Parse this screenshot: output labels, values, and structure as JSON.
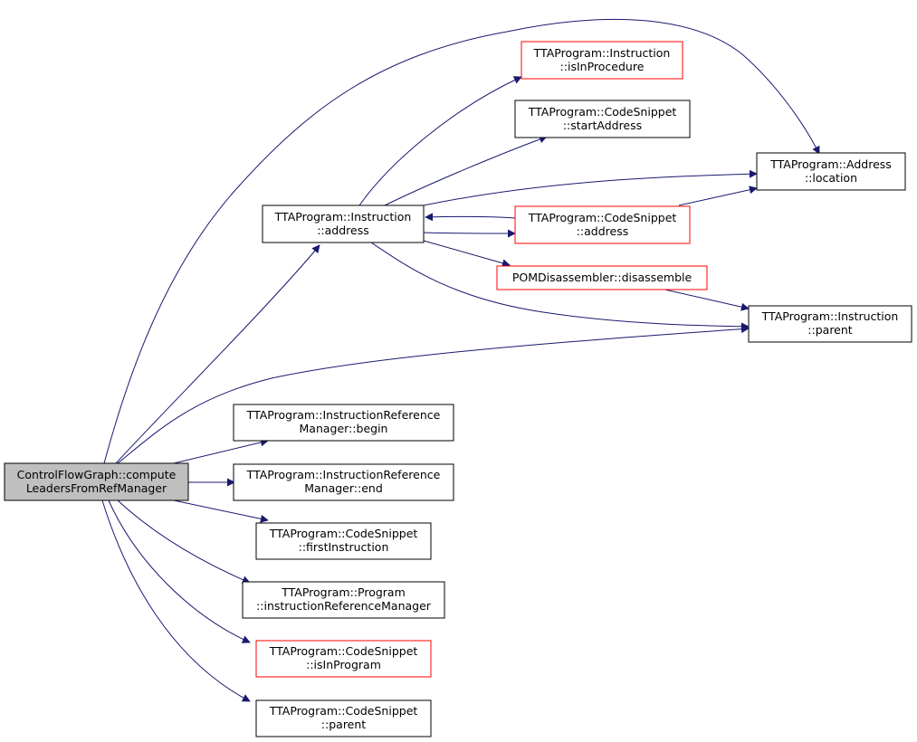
{
  "colors": {
    "edge": "#191970",
    "highlight_fill": "#bfbfbf",
    "normal_border": "#000000",
    "truncated_border": "#ff0000"
  },
  "nodes": {
    "root": {
      "line1": "ControlFlowGraph::compute",
      "line2": "LeadersFromRefManager"
    },
    "instr_address": {
      "line1": "TTAProgram::Instruction",
      "line2": "::address"
    },
    "instr_isInProcedure": {
      "line1": "TTAProgram::Instruction",
      "line2": "::isInProcedure"
    },
    "cs_startAddress": {
      "line1": "TTAProgram::CodeSnippet",
      "line2": "::startAddress"
    },
    "addr_location": {
      "line1": "TTAProgram::Address",
      "line2": "::location"
    },
    "cs_address": {
      "line1": "TTAProgram::CodeSnippet",
      "line2": "::address"
    },
    "pom_disassemble": {
      "line1": "POMDisassembler::disassemble"
    },
    "instr_parent": {
      "line1": "TTAProgram::Instruction",
      "line2": "::parent"
    },
    "irm_begin": {
      "line1": "TTAProgram::InstructionReference",
      "line2": "Manager::begin"
    },
    "irm_end": {
      "line1": "TTAProgram::InstructionReference",
      "line2": "Manager::end"
    },
    "cs_firstInstruction": {
      "line1": "TTAProgram::CodeSnippet",
      "line2": "::firstInstruction"
    },
    "prog_irm": {
      "line1": "TTAProgram::Program",
      "line2": "::instructionReferenceManager"
    },
    "cs_isInProgram": {
      "line1": "TTAProgram::CodeSnippet",
      "line2": "::isInProgram"
    },
    "cs_parent": {
      "line1": "TTAProgram::CodeSnippet",
      "line2": "::parent"
    }
  }
}
